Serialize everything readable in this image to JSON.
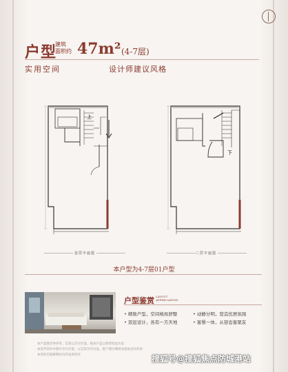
{
  "header": {
    "title_main": "户型",
    "title_small_1": "建筑",
    "title_small_2": "面积约",
    "area": "47m²",
    "floors": "(4-7层)",
    "subtitle_left": "实用空间",
    "subtitle_right": "设计师建议风格"
  },
  "plans": {
    "left_caption": "首层平面图",
    "right_caption": "二层平面图",
    "up_label": "上",
    "down_label": "下"
  },
  "bottom_caption": "本户型为4-7层01户型",
  "info": {
    "title": "户型鉴赏",
    "subtitle_en": "LAYOUT APPRECIATION",
    "bullets": [
      "精致户型，空间格局舒整",
      "动静分明，营造优居氛围",
      "双层设计，各有一方天地",
      "客餐一体，从容会客聚友"
    ]
  },
  "footer": {
    "line_1": "本户型图仅供参考，实际以交付为准，相关户型以政府批准为准",
    "line_2": "本宣传资料中图片仅为示意，以实际交付为准，客户需仔细阅读相关合同条款",
    "line_3": "本资料内容解释权归开发商所有"
  },
  "watermark": "搜狐号@搜狐焦点防城港站"
}
